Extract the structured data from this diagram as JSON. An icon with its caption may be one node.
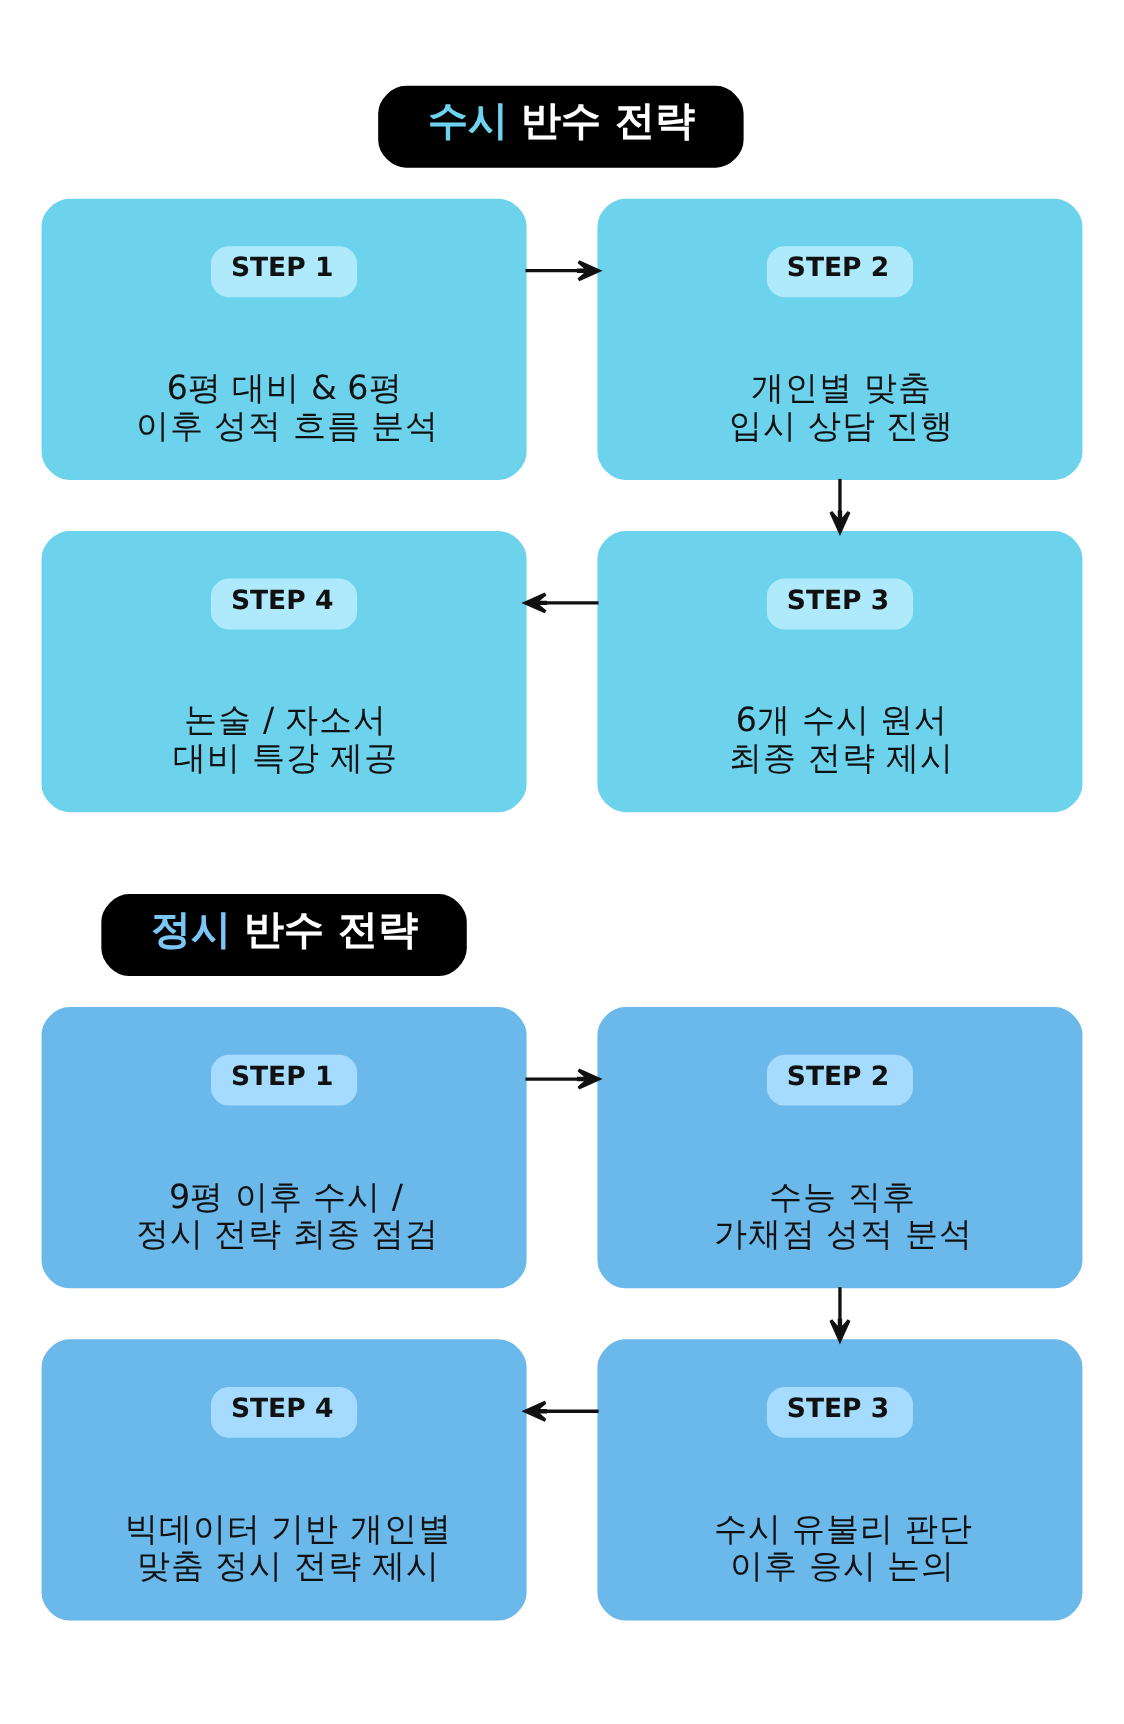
{
  "diagram": {
    "nodes": [
      {
        "text": [
          "수시 반수 전략"
        ]
      },
      {
        "text": [
          "6평 대비 & 6평 이후 성적 흐름 분석"
        ]
      },
      {
        "text": [
          "STEP 1"
        ],
        "in": 1
      },
      {
        "text": [
          "개인별 맞춤 입시 상담 진행"
        ]
      },
      {
        "text": [
          "STEP 2"
        ],
        "in": 3
      },
      {
        "text": [
          "논술 / 자소서 대비 특강 제공"
        ]
      },
      {
        "text": [
          "STEP 4"
        ],
        "in": 5
      },
      {
        "text": [
          "6개 수시 원서 최종 전략 제시"
        ]
      },
      {
        "text": [
          "STEP 3"
        ],
        "in": 7
      },
      {
        "text": [
          "정시 반수 전략"
        ]
      },
      {
        "text": [
          "9평 이후 수시 / 정시 전략 최종 점검"
        ]
      },
      {
        "text": [
          "STEP 1"
        ],
        "in": 10
      },
      {
        "text": [
          "수능 직후 가채점 성적 분석"
        ]
      },
      {
        "text": [
          "STEP 2"
        ],
        "in": 12
      },
      {
        "text": [
          "빅데이터 기반 개인별 맞춤 정시 전략 제시"
        ]
      },
      {
        "text": [
          "STEP 4"
        ],
        "in": 14
      },
      {
        "text": [
          "수시 유불리 판단 이후 응시 논의"
        ]
      },
      {
        "text": [
          "STEP 3"
        ],
        "in": 16
      }
    ],
    "edges": [
      {
        "from": 1,
        "to": 3,
        "arrow": "to"
      },
      {
        "from": 3,
        "to": 7,
        "arrow": "to"
      },
      {
        "from": 7,
        "to": 5,
        "arrow": "to"
      },
      {
        "from": 10,
        "to": 12,
        "arrow": "to"
      },
      {
        "from": 12,
        "to": 16,
        "arrow": "to"
      },
      {
        "from": 16,
        "to": 14,
        "arrow": "to"
      }
    ]
  }
}
